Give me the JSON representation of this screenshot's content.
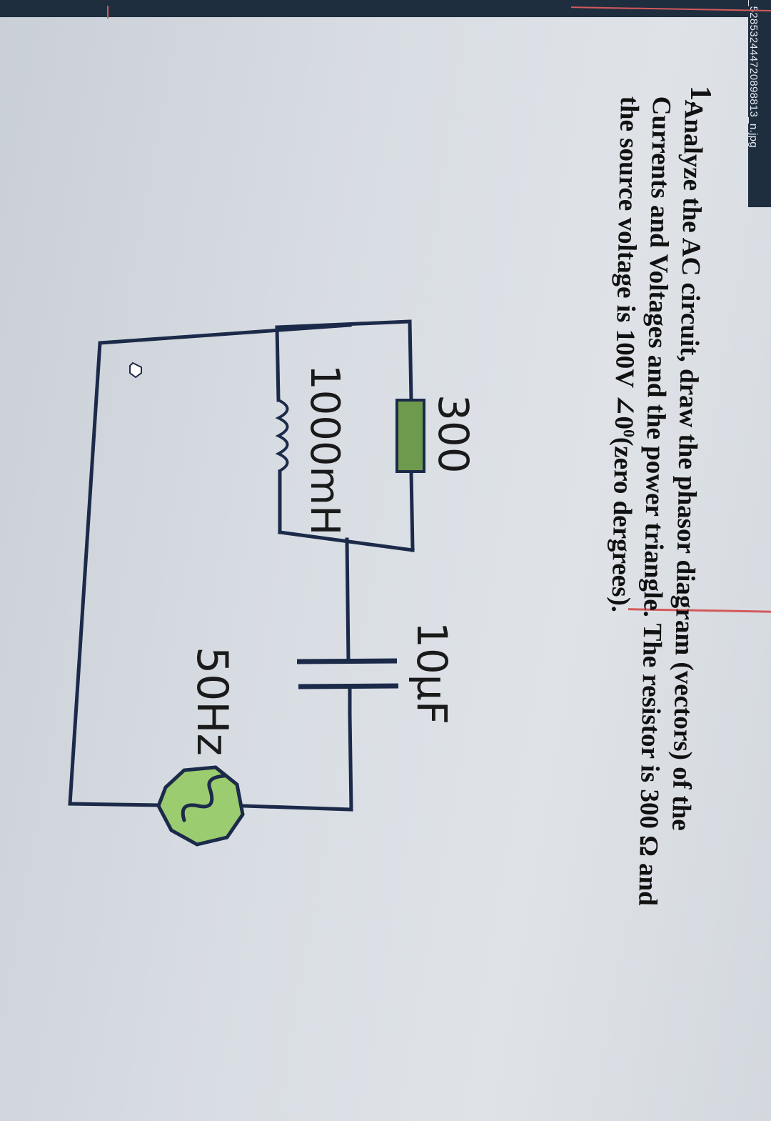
{
  "file_name": "_528532444720898813_n.jpg",
  "question": {
    "number": "1.",
    "line1": "Analyze the AC circuit, draw the phasor diagram (vectors) of the",
    "line2": "Currents and Voltages and the power triangle. The resistor is 300 Ω and",
    "line3_start": "the source voltage is 100V ∠0",
    "line3_sup": "0",
    "line3_end": "(zero dergrees)."
  },
  "circuit": {
    "resistor_label": "300",
    "inductor_label": "1000mH",
    "capacitor_label": "10µF",
    "source_label": "50Hz",
    "colors": {
      "wire": "#1c2a4a",
      "resistor_fill": "#6e9a4e",
      "source_fill": "#9ccc70"
    }
  }
}
